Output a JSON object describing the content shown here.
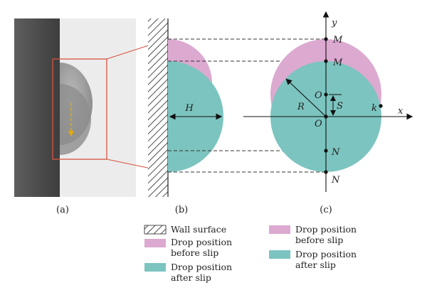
{
  "panels": {
    "a": "(a)",
    "b": "(b)",
    "c": "(c)"
  },
  "panel_b": {
    "width_label": "H"
  },
  "panel_c": {
    "axis_x": "x",
    "axis_y": "y",
    "top_before": "M",
    "top_after": "M",
    "bottom_after": "N",
    "bottom_before": "N",
    "center_before": "O",
    "center_after": "O",
    "slip_label": "S",
    "radius_label": "R",
    "point_k": "k"
  },
  "legend": {
    "wall": "Wall surface",
    "before_line1": "Drop position",
    "before_line2": "before slip",
    "after_line1": "Drop position",
    "after_line2": "after slip",
    "before2_line1": "Drop position",
    "before2_line2": "before slip",
    "after2_line1": "Drop position",
    "after2_line2": "after slip"
  },
  "colors": {
    "before": "#dca9d0",
    "after": "#7cc4c0",
    "frame": "#d9533f",
    "guide_arrow": "#e8a900"
  }
}
